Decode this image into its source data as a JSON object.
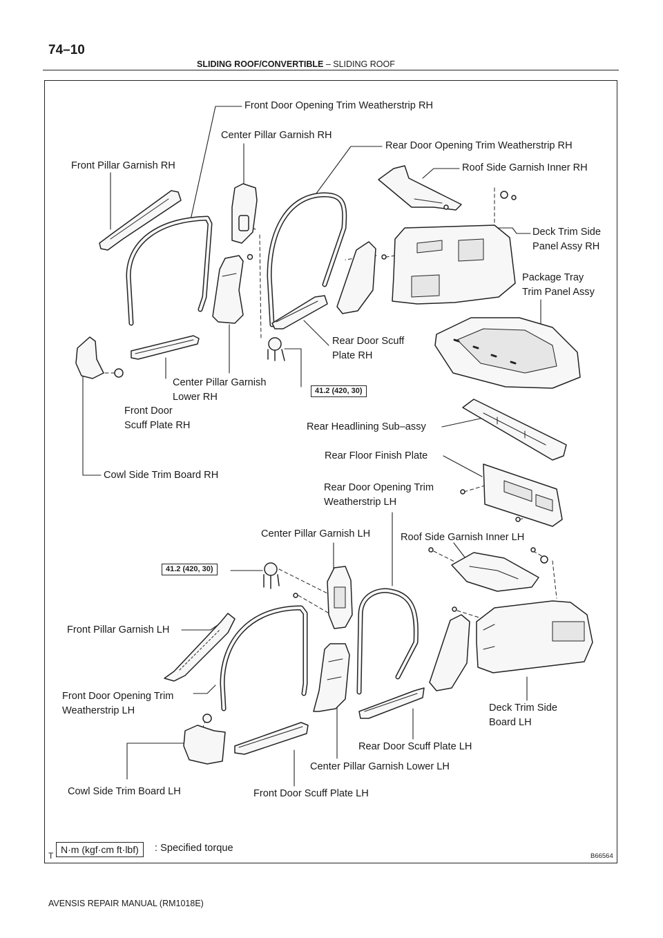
{
  "header": {
    "page_number": "74–10",
    "section_main": "SLIDING ROOF/CONVERTIBLE",
    "section_sep": " – ",
    "section_sub": "SLIDING ROOF"
  },
  "labels": {
    "front_door_opening_trim_ws_rh": "Front Door Opening Trim Weatherstrip RH",
    "center_pillar_garnish_rh": "Center Pillar Garnish RH",
    "rear_door_opening_trim_ws_rh": "Rear Door Opening Trim Weatherstrip RH",
    "front_pillar_garnish_rh": "Front Pillar Garnish RH",
    "roof_side_garnish_inner_rh": "Roof Side Garnish Inner RH",
    "deck_trim_side_panel_assy_rh": "Deck Trim Side\nPanel Assy RH",
    "package_tray_trim_panel_assy": "Package Tray\nTrim Panel Assy",
    "rear_door_scuff_plate_rh": "Rear Door Scuff\nPlate RH",
    "center_pillar_garnish_lower_rh": "Center Pillar Garnish\nLower RH",
    "front_door_scuff_plate_rh": "Front Door\nScuff Plate RH",
    "rear_headlining_sub_assy": "Rear Headlining Sub–assy",
    "rear_floor_finish_plate": "Rear Floor Finish Plate",
    "cowl_side_trim_board_rh": "Cowl Side Trim Board RH",
    "rear_door_opening_trim_ws_lh": "Rear Door Opening Trim\nWeatherstrip LH",
    "center_pillar_garnish_lh": "Center Pillar Garnish LH",
    "roof_side_garnish_inner_lh": "Roof Side Garnish Inner LH",
    "front_pillar_garnish_lh": "Front Pillar Garnish LH",
    "front_door_opening_trim_ws_lh": "Front Door Opening Trim\nWeatherstrip LH",
    "deck_trim_side_board_lh": "Deck Trim Side\nBoard LH",
    "rear_door_scuff_plate_lh": "Rear Door Scuff Plate LH",
    "center_pillar_garnish_lower_lh": "Center Pillar Garnish Lower LH",
    "cowl_side_trim_board_lh": "Cowl Side Trim Board LH",
    "front_door_scuff_plate_lh": "Front Door Scuff Plate LH"
  },
  "torque": {
    "rh": "41.2 (420, 30)",
    "lh": "41.2 (420, 30)"
  },
  "legend": {
    "unit": "N·m (kgf·cm ft·lbf)",
    "note": ": Specified torque"
  },
  "figure": {
    "letter": "T",
    "id": "B66564"
  },
  "footer": "AVENSIS REPAIR MANUAL   (RM1018E)"
}
